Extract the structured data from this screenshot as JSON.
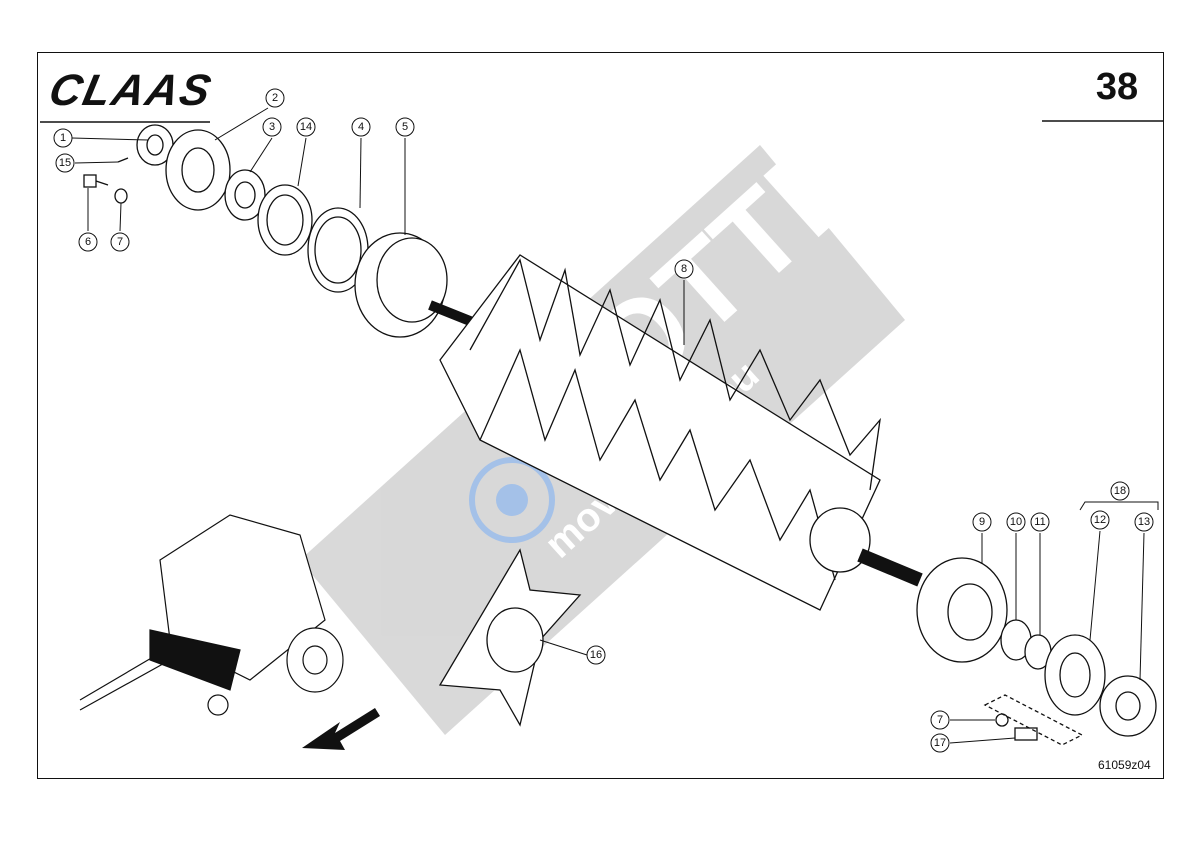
{
  "header": {
    "brand": "CLAAS",
    "page_number": "38"
  },
  "drawing_number": "61059z04",
  "watermark": {
    "main": "MOTTE",
    "sub": "movemotte.eu"
  },
  "callouts": [
    "1",
    "2",
    "3",
    "4",
    "5",
    "6",
    "7",
    "7",
    "8",
    "9",
    "10",
    "11",
    "12",
    "13",
    "14",
    "15",
    "16",
    "17",
    "18"
  ],
  "colors": {
    "line": "#111111",
    "watermark": "#9a9a9a",
    "watermark_blue": "#5b8fd6"
  }
}
